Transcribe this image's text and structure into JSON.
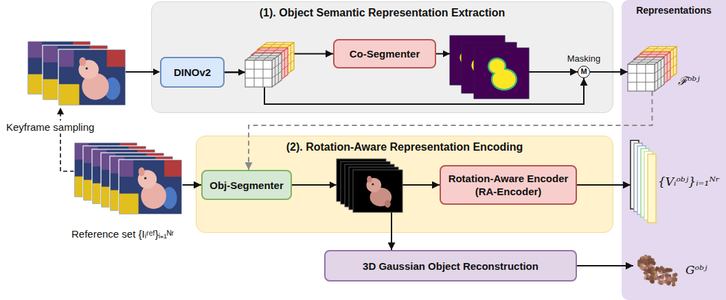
{
  "diagram": {
    "nodes": [
      {
        "text": [
          "(1). Object Semantic Representation Extraction"
        ]
      },
      {
        "text": [
          "DINOv2"
        ],
        "in": 0
      },
      {
        "text": [
          "Co-Segmenter"
        ],
        "in": 0
      },
      {
        "text": [
          "Masking",
          "M"
        ],
        "in": 0
      },
      {
        "text": [
          "Reference set {Iᵢʳᵉᶠ}ᵢ₌₁ᴺʳ"
        ]
      },
      {
        "text": [
          "(2). Rotation-Aware Representation Encoding"
        ]
      },
      {
        "text": [
          "Obj-Segmenter"
        ],
        "in": 5
      },
      {
        "text": [
          "Rotation-Aware Encoder",
          "(RA-Encoder)"
        ],
        "in": 5
      },
      {
        "text": [
          "3D Gaussian Object Reconstruction"
        ]
      },
      {
        "text": [
          "Representations"
        ]
      },
      {
        "text": [
          "ℱᵒᵇʲ"
        ],
        "in": 9
      },
      {
        "text": [
          "{Vᵢᵒᵇʲ}ᵢ₌₁ᴺʳ"
        ],
        "in": 9
      },
      {
        "text": [
          "Gᵒᵇʲ"
        ],
        "in": 9
      }
    ],
    "edges": [
      {
        "from": 1,
        "to": 2,
        "arrow": "to"
      },
      {
        "from": 1,
        "to": 3,
        "arrow": "to"
      },
      {
        "from": 2,
        "to": 3,
        "arrow": "to"
      },
      {
        "from": 3,
        "to": 10,
        "arrow": "to"
      },
      {
        "from": 10,
        "to": 6,
        "arrow": "to"
      },
      {
        "from": 4,
        "to": 6,
        "arrow": "to"
      },
      {
        "from": 6,
        "to": 7,
        "arrow": "to"
      },
      {
        "from": 7,
        "to": 11,
        "arrow": "to"
      },
      {
        "from": 6,
        "to": 8,
        "arrow": "to"
      },
      {
        "from": 8,
        "to": 12,
        "arrow": "to"
      }
    ],
    "labels": [
      "Keyframe sampling"
    ]
  }
}
